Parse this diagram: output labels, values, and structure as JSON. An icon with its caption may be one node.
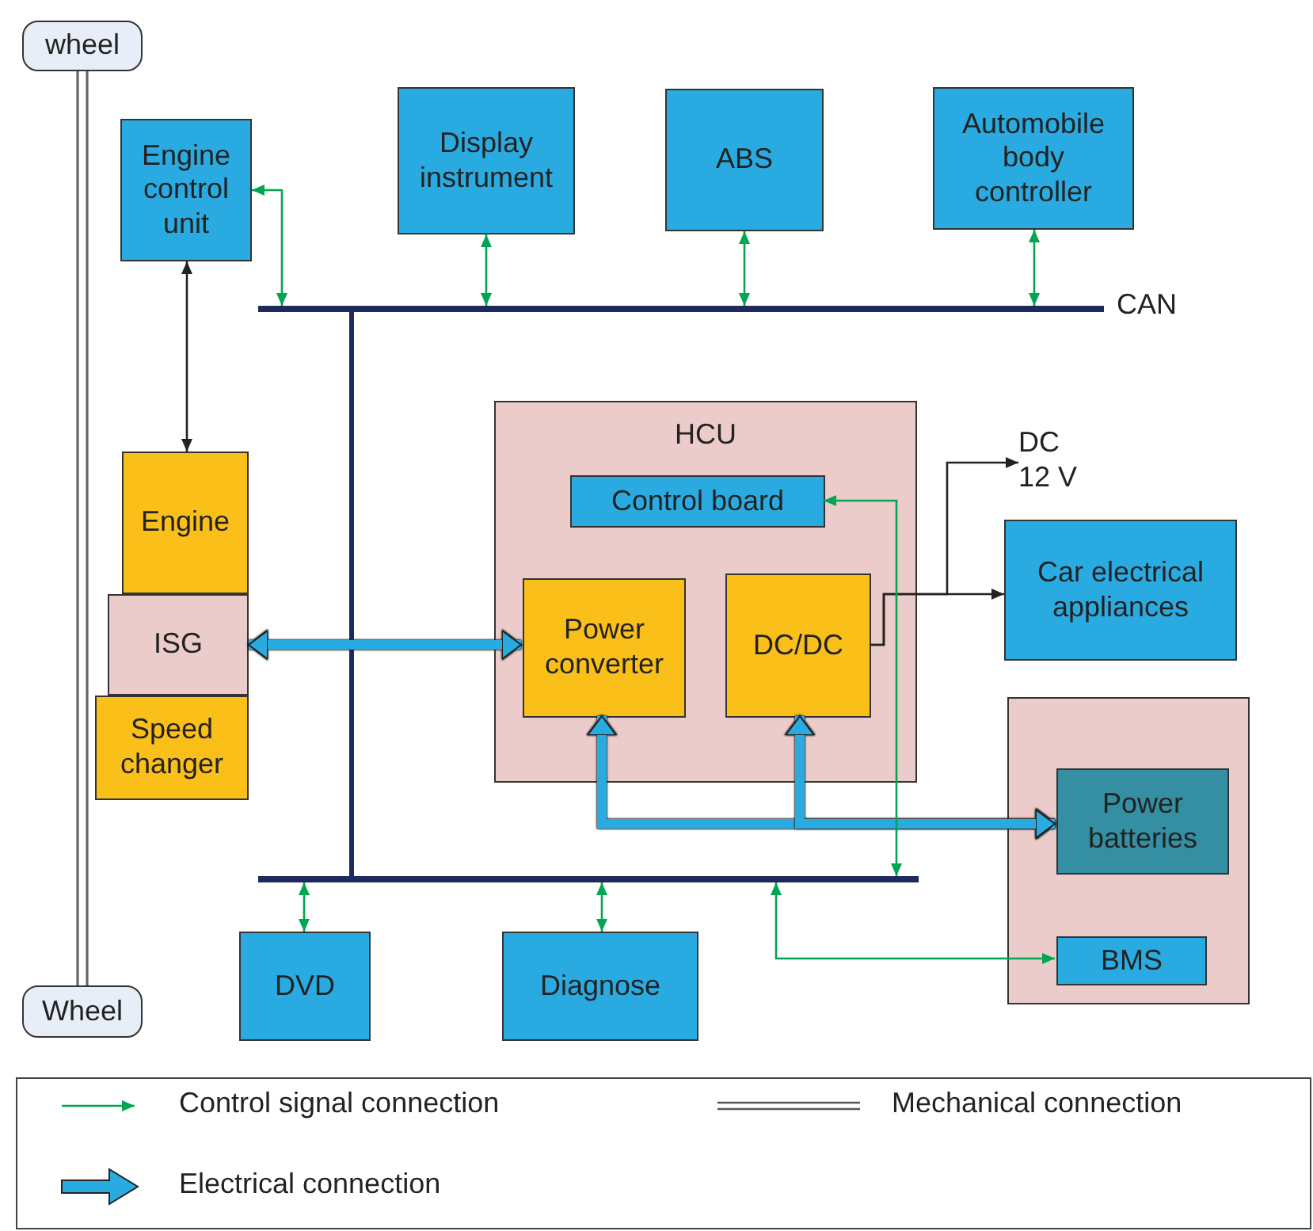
{
  "diagram": {
    "nodes": [
      {
        "text": [
          "wheel"
        ]
      },
      {
        "text": [
          "Engine control unit"
        ]
      },
      {
        "text": [
          "Display instrument"
        ]
      },
      {
        "text": [
          "ABS"
        ]
      },
      {
        "text": [
          "Automobile body controller"
        ]
      },
      {
        "text": [],
        "shape": "bar",
        "beside": [
          "CAN"
        ]
      },
      {
        "text": [
          "HCU"
        ]
      },
      {
        "text": [
          "Control board"
        ],
        "in": 6
      },
      {
        "text": [
          "Power converter"
        ],
        "in": 6
      },
      {
        "text": [
          "DC/DC"
        ],
        "in": 6
      },
      {
        "text": [
          "DC 12 V"
        ]
      },
      {
        "text": [
          "Car electrical appliances"
        ]
      },
      {
        "text": [
          "Engine"
        ]
      },
      {
        "text": [
          "ISG"
        ]
      },
      {
        "text": [
          "Speed changer"
        ]
      },
      {
        "text": [],
        "shape": "box"
      },
      {
        "text": [
          "Power batteries"
        ],
        "in": 15
      },
      {
        "text": [
          "BMS"
        ],
        "in": 15
      },
      {
        "text": [],
        "shape": "bar"
      },
      {
        "text": [
          "DVD"
        ]
      },
      {
        "text": [
          "Diagnose"
        ]
      },
      {
        "text": [
          "Wheel"
        ]
      }
    ],
    "edges": [
      {
        "from": 0,
        "to": 21,
        "arrow": "none",
        "color": "#666666"
      },
      {
        "from": 1,
        "to": 5,
        "arrow": "both"
      },
      {
        "from": 2,
        "to": 5,
        "arrow": "both"
      },
      {
        "from": 3,
        "to": 5,
        "arrow": "both"
      },
      {
        "from": 4,
        "to": 5,
        "arrow": "both"
      },
      {
        "from": 1,
        "to": 12,
        "arrow": "both",
        "color": "#222222"
      },
      {
        "from": 5,
        "to": 18,
        "arrow": "none",
        "style": "thick",
        "color": "#1f2a5c"
      },
      {
        "from": 13,
        "to": 8,
        "arrow": "both",
        "style": "thick",
        "color": "#29abe2"
      },
      {
        "from": 8,
        "to": 16,
        "arrow": "both",
        "style": "thick",
        "color": "#29abe2"
      },
      {
        "from": 9,
        "to": 16,
        "arrow": "both",
        "style": "thick",
        "color": "#29abe2"
      },
      {
        "from": 9,
        "to": 11,
        "arrow": "to",
        "color": "#222222"
      },
      {
        "from": 9,
        "to": 10,
        "arrow": "to",
        "color": "#222222"
      },
      {
        "from": 7,
        "to": 18,
        "arrow": "both"
      },
      {
        "from": 18,
        "to": 17,
        "arrow": "both"
      },
      {
        "from": 18,
        "to": 19,
        "arrow": "both"
      },
      {
        "from": 18,
        "to": 20,
        "arrow": "both"
      }
    ],
    "legend": [
      {
        "text": "Control signal connection"
      },
      {
        "text": "Mechanical connection"
      },
      {
        "text": "Electrical connection"
      }
    ]
  }
}
